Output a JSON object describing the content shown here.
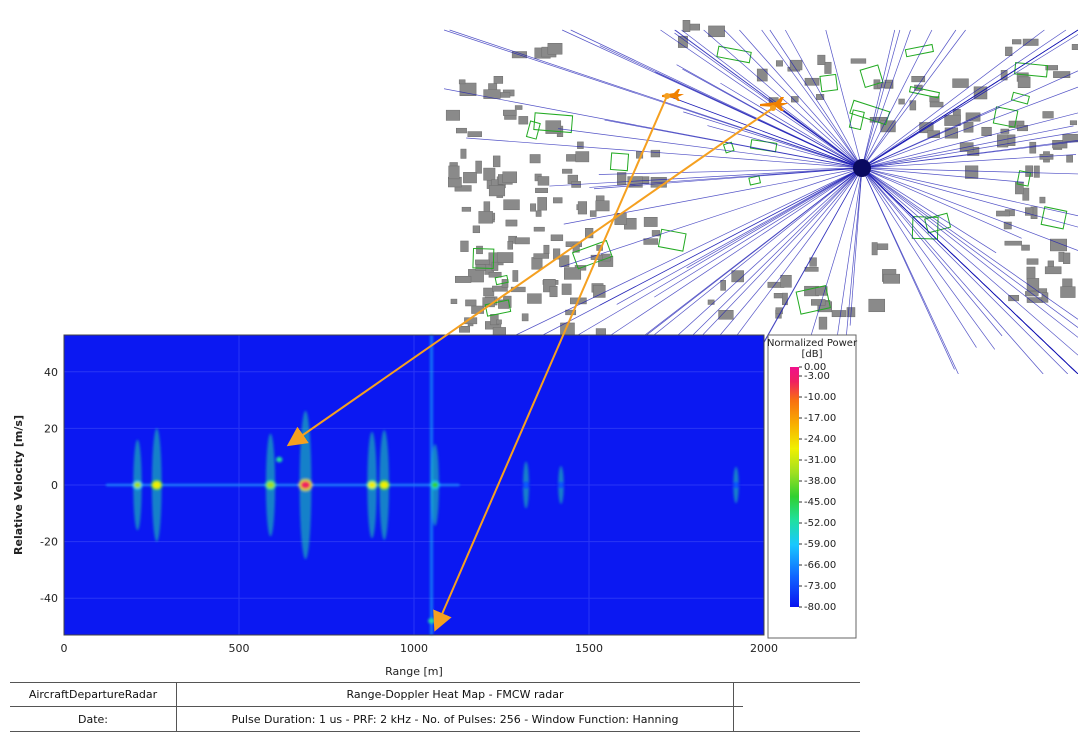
{
  "scene": {
    "description_icon": "3d-city-ray-trace-icon",
    "ray_color": "#1a1ab4",
    "building_color": "#8a8a8a",
    "vegetation_color": "#22aa22",
    "aircraft_color": "#f08000"
  },
  "chart_data": {
    "type": "heatmap",
    "title": "Range-Doppler Heat Map - FMCW radar",
    "xlabel": "Range [m]",
    "ylabel": "Relative Velocity [m/s]",
    "xlim": [
      0,
      2000
    ],
    "ylim": [
      -53,
      53
    ],
    "xticks": [
      0,
      500,
      1000,
      1500,
      2000
    ],
    "yticks": [
      -40,
      -20,
      0,
      20,
      40
    ],
    "grid": true,
    "background_color": "#0b18f2",
    "colorbar": {
      "title": "Normalized Power",
      "unit": "[dB]",
      "labels": [
        "0.00",
        "-3.00",
        "-10.00",
        "-17.00",
        "-24.00",
        "-31.00",
        "-38.00",
        "-45.00",
        "-52.00",
        "-59.00",
        "-66.00",
        "-73.00",
        "-80.00"
      ],
      "range": [
        -80,
        0
      ]
    },
    "targets": [
      {
        "range": 210,
        "velocity": 0,
        "power": -35
      },
      {
        "range": 265,
        "velocity": 0,
        "power": -22
      },
      {
        "range": 590,
        "velocity": 0,
        "power": -28
      },
      {
        "range": 690,
        "velocity": 0,
        "power": -2
      },
      {
        "range": 880,
        "velocity": 0,
        "power": -26
      },
      {
        "range": 915,
        "velocity": 0,
        "power": -24
      },
      {
        "range": 1050,
        "velocity": -48,
        "power": -45
      },
      {
        "range": 1060,
        "velocity": 0,
        "power": -40
      },
      {
        "range": 615,
        "velocity": 9,
        "power": -50
      },
      {
        "range": 1320,
        "velocity": 0,
        "power": -60
      },
      {
        "range": 1420,
        "velocity": 0,
        "power": -65
      },
      {
        "range": 1920,
        "velocity": 0,
        "power": -66
      }
    ]
  },
  "footer": {
    "radar_name": "AircraftDepartureRadar",
    "title": "Range-Doppler Heat Map - FMCW radar",
    "date_label": "Date:",
    "params": "Pulse Duration: 1 us - PRF: 2 kHz - No. of Pulses: 256 - Window Function: Hanning"
  }
}
